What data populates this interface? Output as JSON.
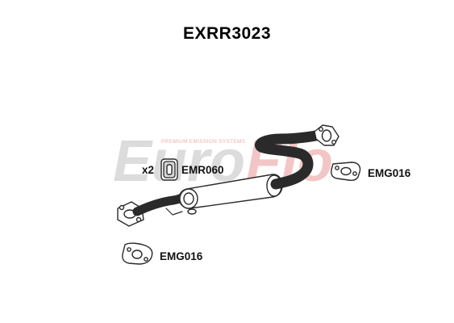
{
  "title": "EXRR3023",
  "watermark": {
    "brand_first": "Euro",
    "brand_second": "Flo",
    "tagline": "PREMIUM EMISSION SYSTEMS"
  },
  "parts": {
    "hanger": {
      "qty": "x2",
      "code": "EMR060"
    },
    "gasket_right": {
      "code": "EMG016"
    },
    "gasket_left": {
      "code": "EMG016"
    }
  },
  "colors": {
    "outline": "#2a2a2a",
    "watermark_grey": "#dcdcdc",
    "watermark_red": "#f3c6c6"
  }
}
